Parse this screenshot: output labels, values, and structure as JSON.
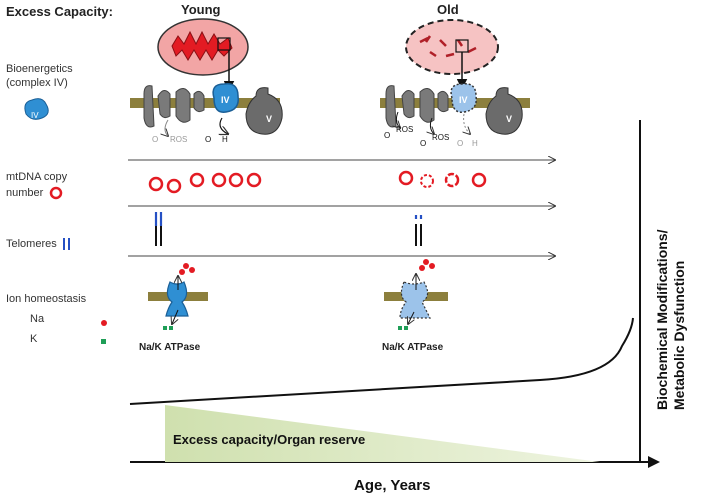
{
  "header": {
    "excess_capacity": "Excess Capacity:",
    "young": "Young",
    "old": "Old"
  },
  "rows": {
    "bioenergetics_line1": "Bioenergetics",
    "bioenergetics_line2": "(complex IV)",
    "mtdna_line1": "mtDNA copy",
    "mtdna_line2": "number",
    "telomeres": "Telomeres",
    "ion_homeostasis": "Ion homeostasis",
    "na": "Na",
    "k": "K"
  },
  "complex": {
    "iv": "IV",
    "v": "V",
    "o2": "O",
    "h2o": "H",
    "ros": "ROS"
  },
  "pump": {
    "young_label": "Na/K ATPase",
    "old_label": "Na/K ATPase"
  },
  "graph": {
    "reserve_label": "Excess capacity/Organ reserve",
    "x_label": "Age, Years",
    "y_label_line1": "Biochemical Modifications/",
    "y_label_line2": "Metabolic Dysfunction"
  },
  "colors": {
    "blue": "#2f8fd3",
    "blue_light": "#9cc3ea",
    "red": "#e31b23",
    "red_light": "#f29a9a",
    "membrane": "#8c7f3d",
    "complex_grey": "#6b6b6b",
    "green": "#1f9e57",
    "reserve_fill": "#d9e6bf"
  }
}
